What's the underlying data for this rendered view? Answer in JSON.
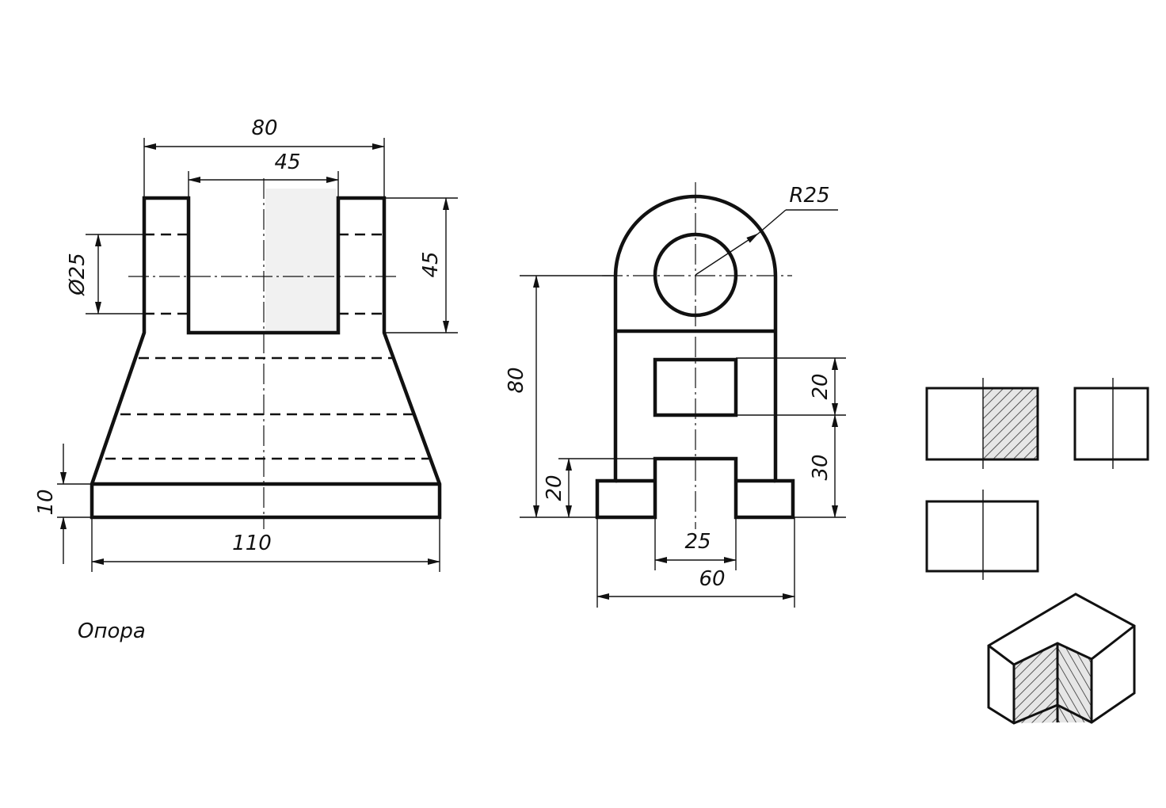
{
  "caption": "Опора",
  "dimensions": {
    "front_width_top": "80",
    "front_slot_width": "45",
    "front_hole_diameter": "Ø25",
    "front_top_height": "45",
    "front_base_height": "10",
    "front_base_width": "110",
    "side_radius": "R25",
    "side_total_height": "80",
    "side_window_height": "20",
    "side_mid_height": "30",
    "side_foot_height": "20",
    "side_slot_width": "25",
    "side_base_width": "60"
  },
  "colors": {
    "line": "#111111",
    "background": "#ffffff"
  }
}
